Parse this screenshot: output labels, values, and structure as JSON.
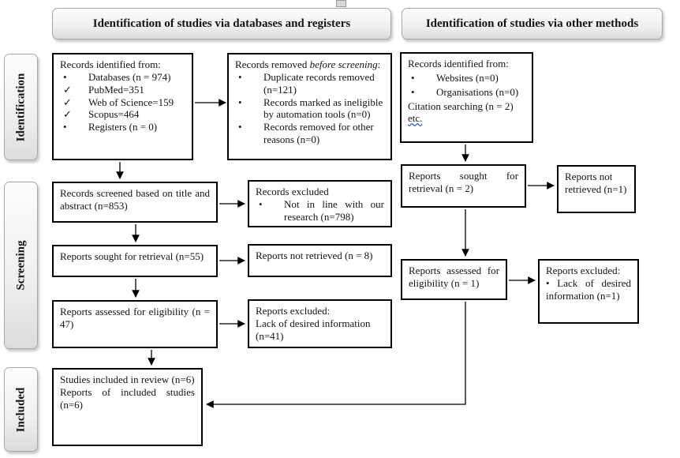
{
  "headers": {
    "databases": "Identification of studies via databases and registers",
    "other": "Identification of studies via other methods"
  },
  "sidebar": {
    "identification": "Identification",
    "screening": "Screening",
    "included": "Included"
  },
  "left_col": {
    "records_identified": {
      "title": "Records identified from:",
      "items": [
        {
          "marker": "•",
          "text": "Databases (n = 974)"
        },
        {
          "marker": "✓",
          "text": "PubMed=351"
        },
        {
          "marker": "✓",
          "text": "Web of Science=159"
        },
        {
          "marker": "✓",
          "text": "Scopus=464"
        },
        {
          "marker": "•",
          "text": "Registers (n = 0)"
        }
      ]
    },
    "records_screened": {
      "text": "Records screened based on title and abstract (n=853)"
    },
    "reports_sought": {
      "text": "Reports sought for retrieval (n=55)"
    },
    "reports_assessed": {
      "text": "Reports assessed for eligibility (n = 47)"
    },
    "studies_included": {
      "line1": "Studies included in review (n=6)",
      "line2": "Reports of included studies (n=6)"
    }
  },
  "mid_col": {
    "records_removed": {
      "title_prefix": "Records removed ",
      "title_italic": "before screening",
      "title_suffix": ":",
      "items": [
        {
          "marker": "•",
          "text": "Duplicate records removed (n=121)"
        },
        {
          "marker": "•",
          "text": "Records marked as ineligible by automation tools (n=0)"
        },
        {
          "marker": "•",
          "text": "Records removed for other reasons (n=0)"
        }
      ]
    },
    "records_excluded": {
      "title": "Records excluded",
      "item_marker": "•",
      "item_text": "Not in line with our research (n=798)"
    },
    "reports_not_retrieved": {
      "text": "Reports not retrieved (n = 8)"
    },
    "reports_excluded": {
      "title": "Reports excluded:",
      "text": "Lack of desired information (n=41)"
    }
  },
  "right_col": {
    "records_identified": {
      "title": "Records identified from:",
      "items": [
        {
          "marker": "•",
          "text": "Websites (n=0)"
        },
        {
          "marker": "•",
          "text": "Organisations (n=0)"
        }
      ],
      "line3": "Citation searching (n = 2)",
      "line4": "etc."
    },
    "reports_sought": {
      "text": "Reports sought for retrieval (n = 2)"
    },
    "reports_not_retrieved": {
      "text": "Reports not retrieved (n=1)"
    },
    "reports_assessed": {
      "text": "Reports assessed for eligibility (n = 1)"
    },
    "reports_excluded": {
      "title": "Reports excluded:",
      "item_marker": "•",
      "item_text": "Lack of desired information (n=1)"
    }
  },
  "colors": {
    "box_border": "#000000",
    "header_border": "#a8a8a8",
    "wavy_underline": "#3b5bd0",
    "arrow": "#000000"
  }
}
